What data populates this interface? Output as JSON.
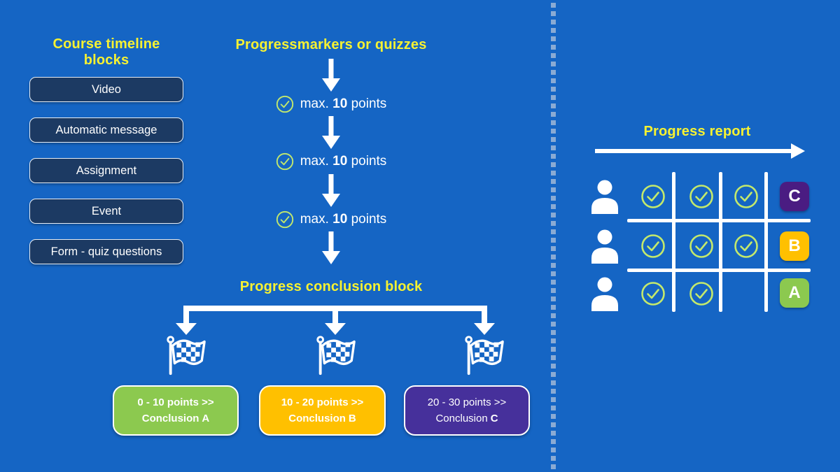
{
  "colors": {
    "background": "#1565C4",
    "block_navy": "#1C3A63",
    "block_border": "#E8EFF7",
    "title_yellow": "#F7F231",
    "body_white": "#FFFFFF",
    "check_green": "#C3E96C",
    "divider_gray": "#9FB7D7"
  },
  "icons": {
    "check": "check-circle-icon (outlined circle with checkmark, yellow-green)",
    "flag": "checkered-flag-icon (white line-art racing flag on pole)",
    "person": "person-icon (white head and shoulders silhouette)",
    "down_arrow": "down-arrow-icon (solid white arrow pointing down)",
    "right_arrow": "right-arrow-icon (solid white arrow pointing right)",
    "divider": "vertical dashed divider line"
  },
  "left": {
    "title": "Course timeline blocks",
    "blocks": [
      "Video",
      "Automatic message",
      "Assignment",
      "Event",
      "Form - quiz questions"
    ]
  },
  "middle": {
    "title": "Progressmarkers or quizzes",
    "markers": [
      {
        "prefix": "max.",
        "value": "10",
        "suffix": "points"
      },
      {
        "prefix": "max.",
        "value": "10",
        "suffix": "points"
      },
      {
        "prefix": "max.",
        "value": "10",
        "suffix": "points"
      }
    ],
    "conclusion_title": "Progress conclusion block",
    "conclusions": [
      {
        "points": "0 - 10 points >>",
        "conclusion_prefix": "Conclusion",
        "conclusion_letter": "A",
        "color": "#8CC94F"
      },
      {
        "points": "10 - 20 points >>",
        "conclusion_prefix": "Conclusion",
        "conclusion_letter": "B",
        "color": "#FFC000"
      },
      {
        "points": "20 - 30 points >>",
        "conclusion_prefix": "Conclusion",
        "conclusion_letter": "C",
        "color": "#46309B"
      }
    ]
  },
  "right": {
    "title": "Progress report",
    "rows": [
      {
        "grade": "C",
        "color": "#4A1C82",
        "checks": [
          true,
          true,
          true
        ]
      },
      {
        "grade": "B",
        "color": "#FFC000",
        "checks": [
          true,
          true,
          true
        ]
      },
      {
        "grade": "A",
        "color": "#8CC94F",
        "checks": [
          true,
          true,
          false
        ]
      }
    ]
  }
}
